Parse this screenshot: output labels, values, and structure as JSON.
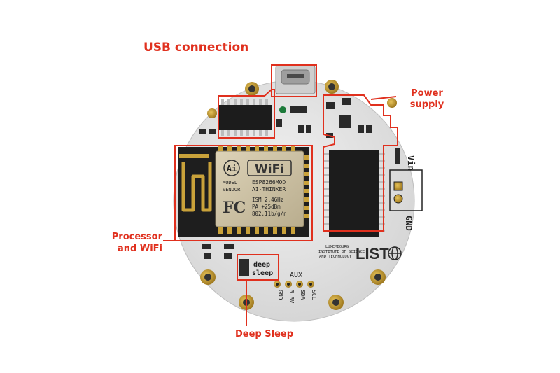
{
  "annotations": {
    "usb": "USB connection",
    "power_line1": "Power",
    "power_line2": "supply",
    "processor_line1": "Processor",
    "processor_line2": "and WiFi",
    "deep_sleep": "Deep Sleep"
  },
  "module": {
    "ai_logo": "Ai",
    "wifi_logo": "WiFi",
    "model_label": "MODEL",
    "vendor_label": "VENDOR",
    "model_value": "ESP8266MOD",
    "vendor_value": "AI-THINKER",
    "fcc_logo": "FC",
    "ism": "ISM 2.4GHz",
    "pa": "PA  +25dBm",
    "standard": "802.11b/g/n"
  },
  "silkscreen": {
    "vin": "Vin",
    "gnd": "GND",
    "deep_line1": "deep",
    "deep_line2": "sleep",
    "aux": "AUX",
    "pins": [
      "GND",
      "3.3V",
      "SDA",
      "SCL"
    ],
    "institute_line1": "LUXEMBOURG",
    "institute_line2": "INSTITUTE OF SCIENCE",
    "institute_line3": "AND TECHNOLOGY",
    "list_logo": "LIST"
  },
  "colors": {
    "annotation": "#e0301e",
    "board": "#e6e6e6",
    "gold": "#c9a23a",
    "chip": "#1c1c1c"
  }
}
